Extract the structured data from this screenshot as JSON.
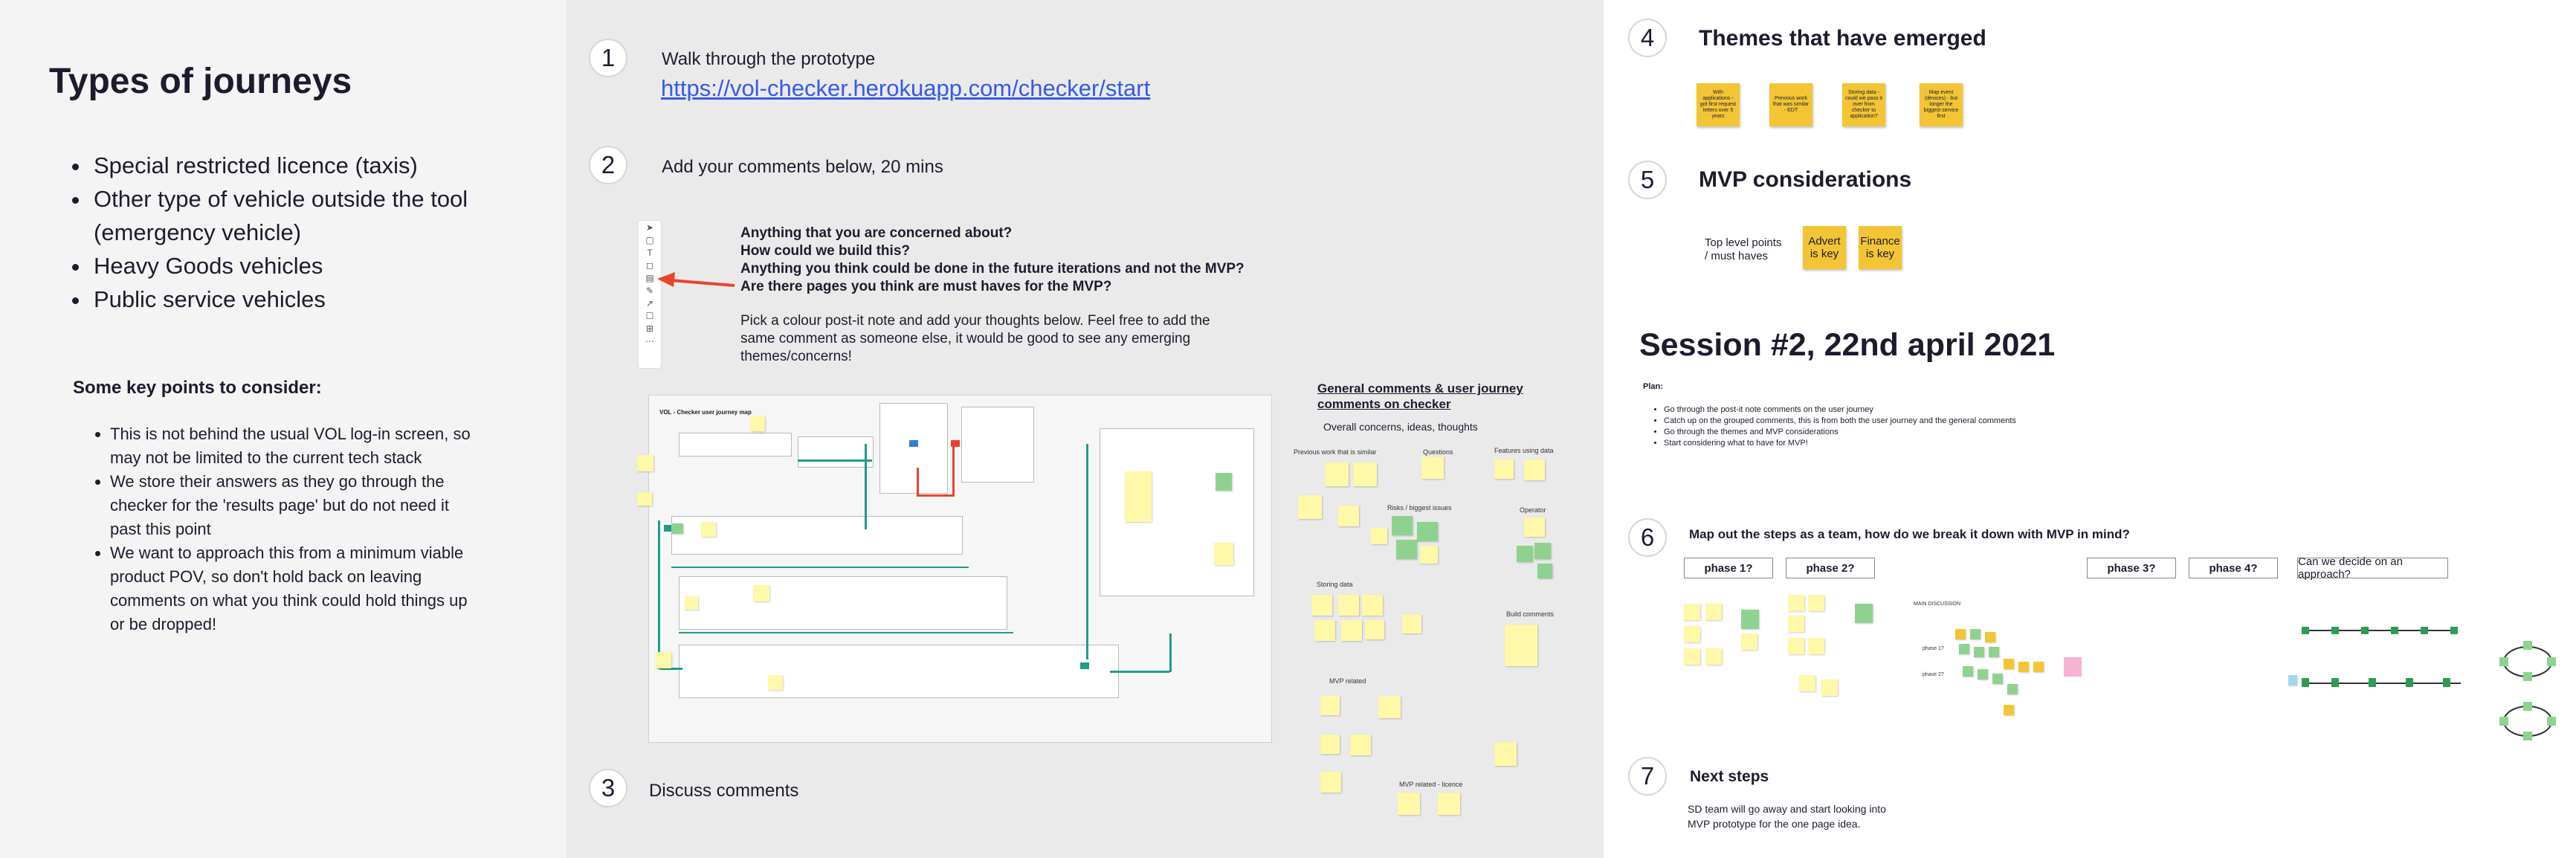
{
  "left": {
    "title": "Types of journeys",
    "journeys": [
      "Special restricted licence (taxis)",
      "Other type of vehicle outside the tool (emergency vehicle)",
      "Heavy Goods vehicles",
      "Public service vehicles"
    ],
    "key_points_title": "Some key points to consider:",
    "key_points": [
      "This is not behind the usual VOL log-in screen, so may not be limited to the current tech stack",
      "We store their answers as they go through the checker for the 'results page' but do not need it past this point",
      "We want to approach this from a minimum viable product POV, so don't hold back on leaving comments on what you think could hold things up or be dropped!"
    ]
  },
  "middle": {
    "step1": {
      "num": "1",
      "text": "Walk through the prototype",
      "link": "https://vol-checker.herokuapp.com/checker/start"
    },
    "step2": {
      "num": "2",
      "text": "Add your comments below, 20 mins"
    },
    "questions": [
      "Anything that you are concerned about?",
      "How could we build this?",
      "Anything you think could be done in the future iterations and not the MVP? Are there pages you think are must haves for the MVP?"
    ],
    "instructions": "Pick a colour post-it note and add your thoughts below. Feel free to add the same comment as someone else, it would be good to see any emerging themes/concerns!",
    "toolbar_icons": [
      "arrow-icon",
      "frame-icon",
      "text-icon",
      "shape-icon",
      "sticky-note-icon",
      "pen-icon",
      "connector-icon",
      "comment-icon",
      "table-icon",
      "more-icon"
    ],
    "board_title": "VOL - Checker user journey map",
    "general_comments_title": "General comments & user journey comments on checker",
    "general_comments_sub": "Overall concerns, ideas, thoughts",
    "cluster_labels": [
      "Previous work that is similar",
      "Questions",
      "Features using data",
      "Risks / biggest issues",
      "Operator",
      "Storing data",
      "Build comments",
      "MVP related",
      "MVP related - licence"
    ],
    "step3": {
      "num": "3",
      "text": "Discuss comments"
    }
  },
  "right": {
    "step4": {
      "num": "4",
      "title": "Themes that have emerged"
    },
    "themes": [
      "With applications - got first request letters over 5 years",
      "Previous work that was similar - EDT",
      "Storing data - could we pass it over from checker to application?",
      "Map event (devices) - but longer the biggest service first"
    ],
    "step5": {
      "num": "5",
      "title": "MVP considerations"
    },
    "mvp_label": "Top level points / must haves",
    "mvp_notes": [
      "Advert is key",
      "Finance is key"
    ],
    "session_title": "Session #2, 22nd april 2021",
    "plan_label": "Plan:",
    "plan_items": [
      "Go through the post-it note comments on the user journey",
      "Catch up on the grouped comments, this is from both the user journey and the general comments",
      "Go through the themes and MVP considerations",
      "Start considering what to have for MVP!"
    ],
    "step6": {
      "num": "6",
      "title": "Map out the steps as a team, how do we break it down with MVP in mind?"
    },
    "phases": [
      "phase 1?",
      "phase 2?",
      "phase 3?",
      "phase 4?"
    ],
    "approach": "Can we decide on an approach?",
    "main_discussion": "MAIN DISCUSSION",
    "phase_row_labels": [
      "phase 1?",
      "phase 2?"
    ],
    "step7": {
      "num": "7",
      "title": "Next steps"
    },
    "next_steps": "SD team will go away and start looking into MVP prototype for the one page idea."
  },
  "colors": {
    "yellow_note": "#fff8a8",
    "orange_note": "#f3c534",
    "green_note": "#8fd28f",
    "teal_connector": "#1f9c8c",
    "link": "#3659e8",
    "arrow": "#e8442c"
  }
}
